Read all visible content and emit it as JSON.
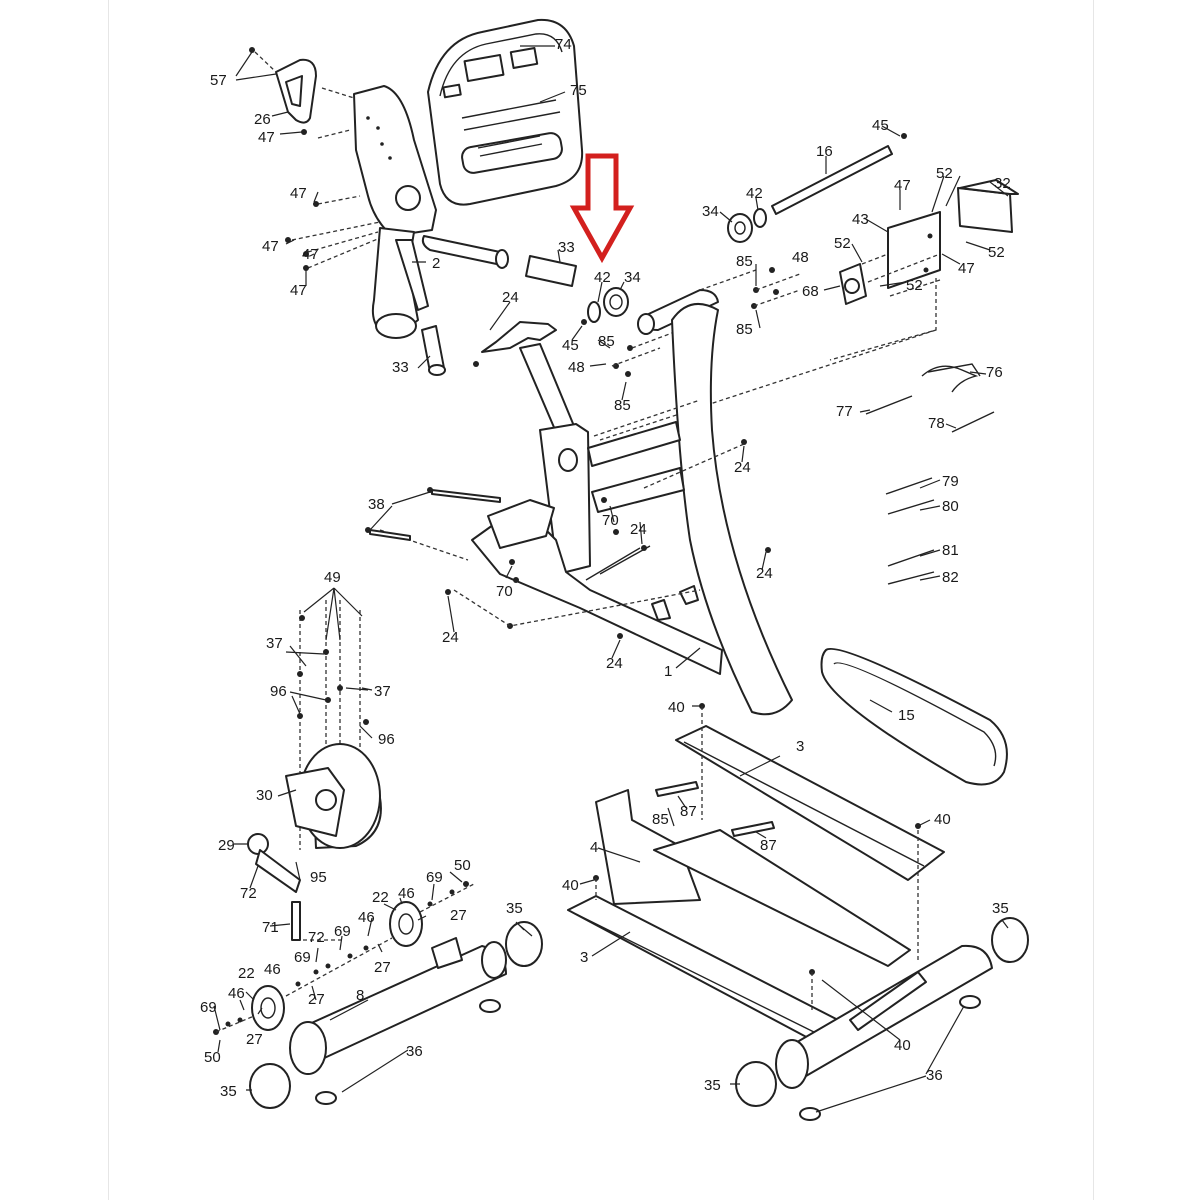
{
  "highlight": {
    "arrow_color": "#d3201e",
    "indicates_part": "42"
  },
  "colors": {
    "line": "#222222",
    "background": "#ffffff"
  },
  "callouts": [
    {
      "id": "c74",
      "text": "74"
    },
    {
      "id": "c75",
      "text": "75"
    },
    {
      "id": "c57",
      "text": "57"
    },
    {
      "id": "c26",
      "text": "26"
    },
    {
      "id": "c47a",
      "text": "47"
    },
    {
      "id": "c47b",
      "text": "47"
    },
    {
      "id": "c47c",
      "text": "47"
    },
    {
      "id": "c47d",
      "text": "47"
    },
    {
      "id": "c47e",
      "text": "47"
    },
    {
      "id": "c2",
      "text": "2"
    },
    {
      "id": "c33a",
      "text": "33"
    },
    {
      "id": "c33b",
      "text": "33"
    },
    {
      "id": "c42a",
      "text": "42"
    },
    {
      "id": "c34a",
      "text": "34"
    },
    {
      "id": "c24a",
      "text": "24"
    },
    {
      "id": "c45a",
      "text": "45"
    },
    {
      "id": "c85a",
      "text": "85"
    },
    {
      "id": "c48a",
      "text": "48"
    },
    {
      "id": "c85b",
      "text": "85"
    },
    {
      "id": "c45b",
      "text": "45"
    },
    {
      "id": "c16",
      "text": "16"
    },
    {
      "id": "c42b",
      "text": "42"
    },
    {
      "id": "c34b",
      "text": "34"
    },
    {
      "id": "c85c",
      "text": "85"
    },
    {
      "id": "c48b",
      "text": "48"
    },
    {
      "id": "c85d",
      "text": "85"
    },
    {
      "id": "c47f",
      "text": "47"
    },
    {
      "id": "c52a",
      "text": "52"
    },
    {
      "id": "c32",
      "text": "32"
    },
    {
      "id": "c43",
      "text": "43"
    },
    {
      "id": "c52b",
      "text": "52"
    },
    {
      "id": "c47g",
      "text": "47"
    },
    {
      "id": "c52c",
      "text": "52"
    },
    {
      "id": "c68",
      "text": "68"
    },
    {
      "id": "c52d",
      "text": "52"
    },
    {
      "id": "c76",
      "text": "76"
    },
    {
      "id": "c77",
      "text": "77"
    },
    {
      "id": "c78",
      "text": "78"
    },
    {
      "id": "c24b",
      "text": "24"
    },
    {
      "id": "c79",
      "text": "79"
    },
    {
      "id": "c80",
      "text": "80"
    },
    {
      "id": "c81",
      "text": "81"
    },
    {
      "id": "c82",
      "text": "82"
    },
    {
      "id": "c38",
      "text": "38"
    },
    {
      "id": "c70a",
      "text": "70"
    },
    {
      "id": "c24c",
      "text": "24"
    },
    {
      "id": "c70b",
      "text": "70"
    },
    {
      "id": "c24d",
      "text": "24"
    },
    {
      "id": "c24e",
      "text": "24"
    },
    {
      "id": "c24f",
      "text": "24"
    },
    {
      "id": "c1",
      "text": "1"
    },
    {
      "id": "c49",
      "text": "49"
    },
    {
      "id": "c37a",
      "text": "37"
    },
    {
      "id": "c96a",
      "text": "96"
    },
    {
      "id": "c37b",
      "text": "37"
    },
    {
      "id": "c96b",
      "text": "96"
    },
    {
      "id": "c30",
      "text": "30"
    },
    {
      "id": "c29",
      "text": "29"
    },
    {
      "id": "c72a",
      "text": "72"
    },
    {
      "id": "c95",
      "text": "95"
    },
    {
      "id": "c71",
      "text": "71"
    },
    {
      "id": "c15",
      "text": "15"
    },
    {
      "id": "c40a",
      "text": "40"
    },
    {
      "id": "c3a",
      "text": "3"
    },
    {
      "id": "c87a",
      "text": "87"
    },
    {
      "id": "c85e",
      "text": "85"
    },
    {
      "id": "c87b",
      "text": "87"
    },
    {
      "id": "c40b",
      "text": "40"
    },
    {
      "id": "c4",
      "text": "4"
    },
    {
      "id": "c40c",
      "text": "40"
    },
    {
      "id": "c3b",
      "text": "3"
    },
    {
      "id": "c69a",
      "text": "69"
    },
    {
      "id": "c50a",
      "text": "50"
    },
    {
      "id": "c22a",
      "text": "22"
    },
    {
      "id": "c46a",
      "text": "46"
    },
    {
      "id": "c27a",
      "text": "27"
    },
    {
      "id": "c72b",
      "text": "72"
    },
    {
      "id": "c69b",
      "text": "69"
    },
    {
      "id": "c46b",
      "text": "46"
    },
    {
      "id": "c27b",
      "text": "27"
    },
    {
      "id": "c35a",
      "text": "35"
    },
    {
      "id": "c22b",
      "text": "22"
    },
    {
      "id": "c46c",
      "text": "46"
    },
    {
      "id": "c27c",
      "text": "27"
    },
    {
      "id": "c8",
      "text": "8"
    },
    {
      "id": "c69c",
      "text": "69"
    },
    {
      "id": "c46d",
      "text": "46"
    },
    {
      "id": "c27d",
      "text": "27"
    },
    {
      "id": "c50b",
      "text": "50"
    },
    {
      "id": "c36a",
      "text": "36"
    },
    {
      "id": "c35b",
      "text": "35"
    },
    {
      "id": "c35c",
      "text": "35"
    },
    {
      "id": "c40d",
      "text": "40"
    },
    {
      "id": "c35d",
      "text": "35"
    },
    {
      "id": "c36b",
      "text": "36"
    }
  ]
}
